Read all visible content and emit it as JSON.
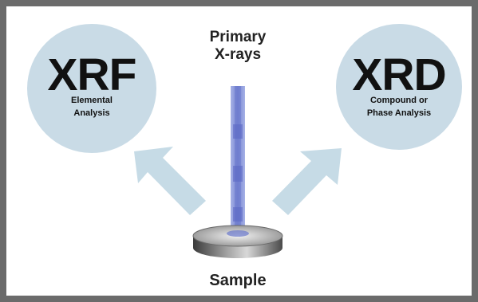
{
  "xrf": {
    "acronym": "XRF",
    "line1": "Elemental",
    "line2": "Analysis"
  },
  "xrd": {
    "acronym": "XRD",
    "line1": "Compound or",
    "line2": "Phase Analysis"
  },
  "beam": {
    "line1": "Primary",
    "line2": "X-rays"
  },
  "sample": {
    "label": "Sample"
  },
  "colors": {
    "frame": "#6b6b6b",
    "circle": "#c9dbe6",
    "arrow": "#c6dbe6",
    "beam": "#7f8fd6"
  }
}
